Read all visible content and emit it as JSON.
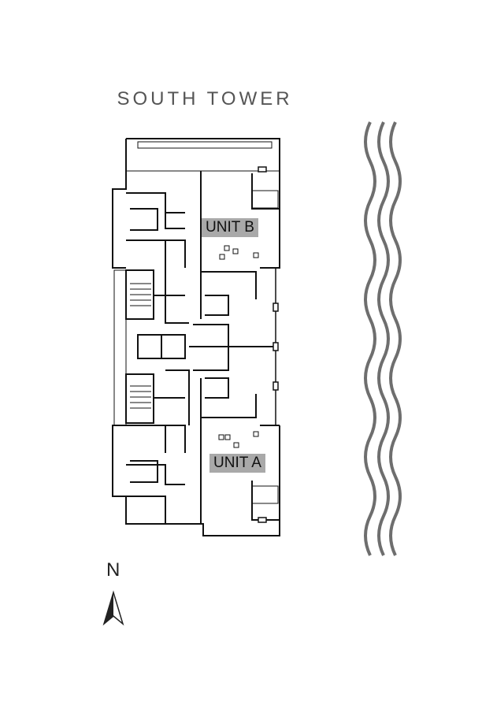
{
  "title": "SOUTH TOWER",
  "units": {
    "unit_b": "UNIT B",
    "unit_a": "UNIT A"
  },
  "compass": {
    "label": "N"
  },
  "colors": {
    "wall": "#111111",
    "label_bg": "#a9a9a9",
    "water": "#6e6e6e",
    "title": "#555555"
  }
}
